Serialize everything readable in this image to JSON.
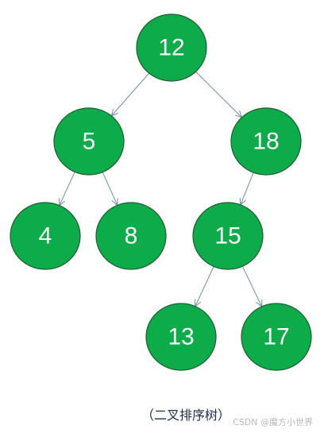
{
  "nodes": [
    {
      "id": "n12",
      "label": "12"
    },
    {
      "id": "n5",
      "label": "5"
    },
    {
      "id": "n18",
      "label": "18"
    },
    {
      "id": "n4",
      "label": "4"
    },
    {
      "id": "n8",
      "label": "8"
    },
    {
      "id": "n15",
      "label": "15"
    },
    {
      "id": "n13",
      "label": "13"
    },
    {
      "id": "n17",
      "label": "17"
    }
  ],
  "edges": [
    {
      "from": "n12",
      "to": "n5"
    },
    {
      "from": "n12",
      "to": "n18"
    },
    {
      "from": "n5",
      "to": "n4"
    },
    {
      "from": "n5",
      "to": "n8"
    },
    {
      "from": "n18",
      "to": "n15"
    },
    {
      "from": "n15",
      "to": "n13"
    },
    {
      "from": "n15",
      "to": "n17"
    }
  ],
  "caption": "（二叉排序树）",
  "watermark": "CSDN @魔方小世界",
  "colors": {
    "node_fill": "#0dab4a",
    "node_stroke": "#1f5c33",
    "edge": "#6b8fa3"
  }
}
